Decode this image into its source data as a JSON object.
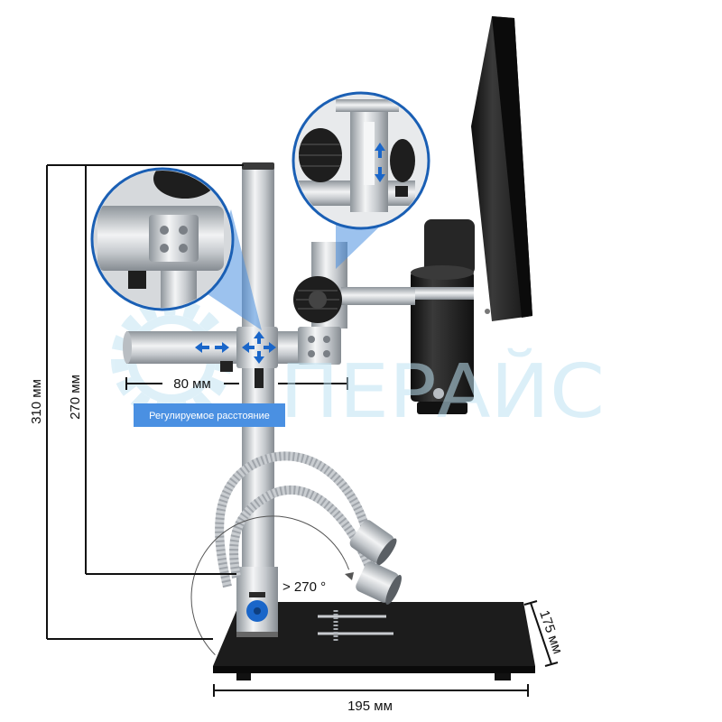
{
  "dimensions": {
    "total_height": "310 мм",
    "pole_height": "270 мм",
    "arm_travel": "80 мм",
    "base_width": "195 мм",
    "base_depth": "175 мм"
  },
  "rotation_label": "> 270 °",
  "badge_label": "Регулируемое расстояние",
  "watermark": "ПЕРАЙС",
  "colors": {
    "accent": "#1a66c9",
    "badge": "#4a90e2",
    "watermark": "#bfe3f3",
    "inset_border": "#1a5fb4"
  }
}
